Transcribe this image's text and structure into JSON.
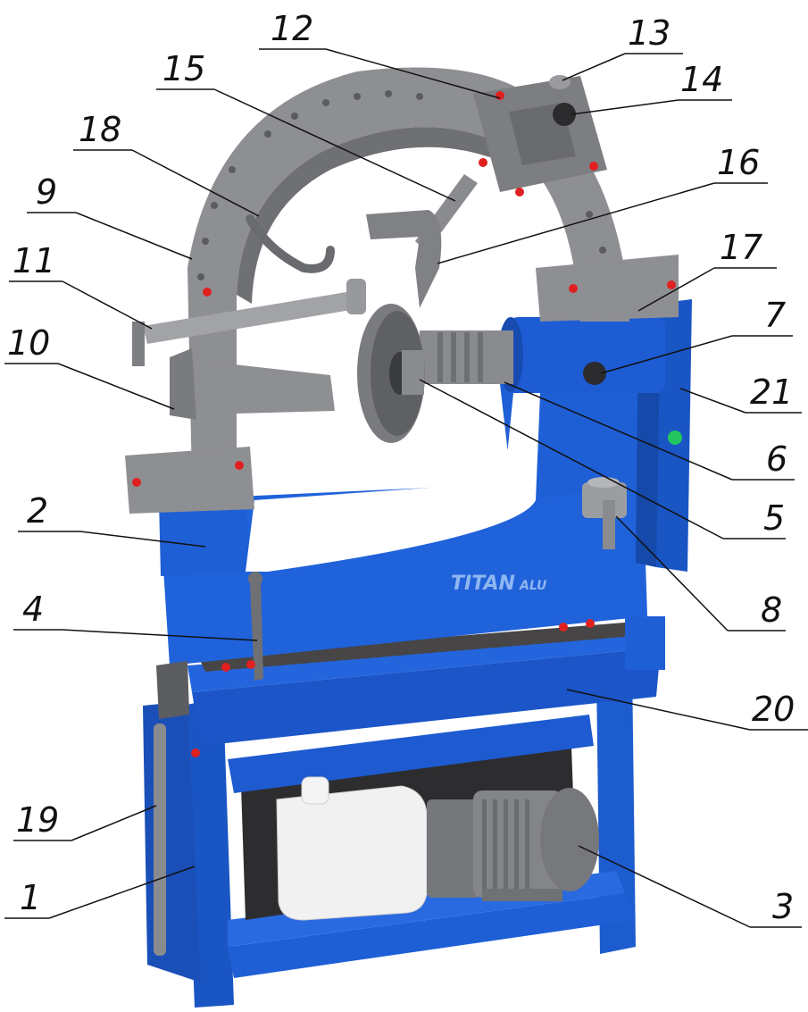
{
  "diagram": {
    "brand": {
      "name": "TITAN",
      "suffix": "ALU"
    },
    "callouts": [
      {
        "num": "13",
        "target": "knob-top"
      },
      {
        "num": "12",
        "target": "clamp-plate"
      },
      {
        "num": "14",
        "target": "knob-14"
      },
      {
        "num": "15",
        "target": "arm"
      },
      {
        "num": "16",
        "target": "fork"
      },
      {
        "num": "18",
        "target": "hose"
      },
      {
        "num": "9",
        "target": "arch"
      },
      {
        "num": "11",
        "target": "bolt"
      },
      {
        "num": "10",
        "target": "comb"
      },
      {
        "num": "17",
        "target": "arch-right"
      },
      {
        "num": "7",
        "target": "knob-7"
      },
      {
        "num": "21",
        "target": "column"
      },
      {
        "num": "6",
        "target": "spindle"
      },
      {
        "num": "5",
        "target": "flange"
      },
      {
        "num": "2",
        "target": "frame"
      },
      {
        "num": "8",
        "target": "jack"
      },
      {
        "num": "4",
        "target": "lever"
      },
      {
        "num": "20",
        "target": "table"
      },
      {
        "num": "19",
        "target": "side-handle"
      },
      {
        "num": "1",
        "target": "leg"
      },
      {
        "num": "3",
        "target": "motor"
      }
    ],
    "colors": {
      "body_blue": "#1f5fd6",
      "dark_blue": "#173f9a",
      "metal_grey": "#8e8f93",
      "dark_grey": "#5c5d61",
      "red_bolt": "#e02020",
      "tank_white": "#f2f2f2",
      "table_top": "#4a4847"
    }
  }
}
